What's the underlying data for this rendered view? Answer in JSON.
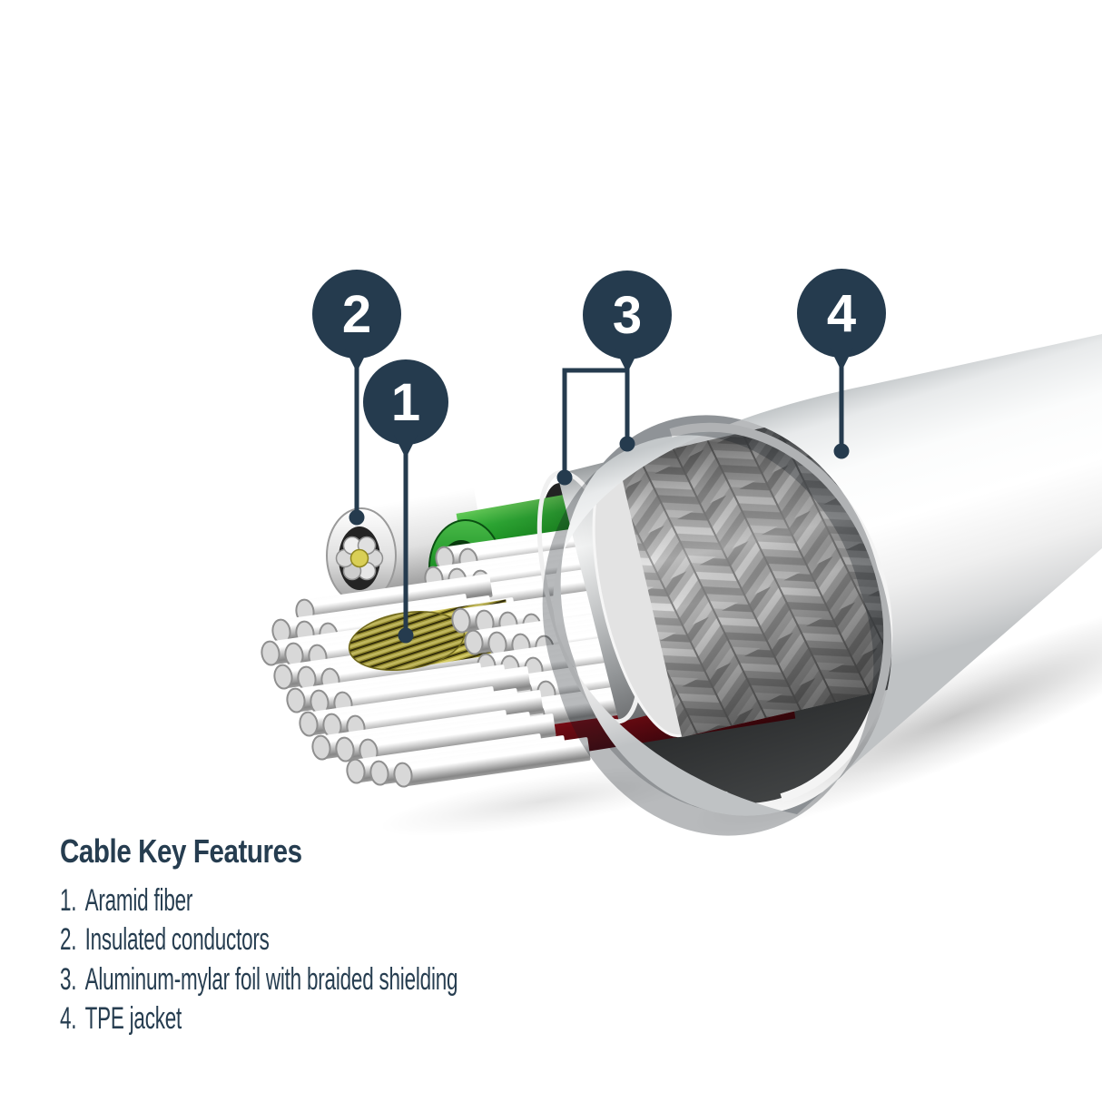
{
  "colors": {
    "navy": "#253b4e",
    "jacket_white": "#f4f4f4",
    "braid_silver": "#b7b7b7",
    "foil_gray": "#d6d6d6",
    "conductor_green": "#1d9226",
    "conductor_red": "#c11223",
    "conductor_white": "#e8e8e8",
    "aramid_yellow": "#cfc44e",
    "strand_silver": "#cacaca"
  },
  "callouts": [
    {
      "number": "1"
    },
    {
      "number": "2"
    },
    {
      "number": "3"
    },
    {
      "number": "4"
    }
  ],
  "key": {
    "title": "Cable Key Features",
    "items": [
      {
        "prefix": "1.",
        "label": "Aramid fiber"
      },
      {
        "prefix": "2.",
        "label": "Insulated conductors"
      },
      {
        "prefix": "3.",
        "label": "Aluminum-mylar foil with braided shielding"
      },
      {
        "prefix": "4.",
        "label": "TPE jacket"
      }
    ]
  }
}
